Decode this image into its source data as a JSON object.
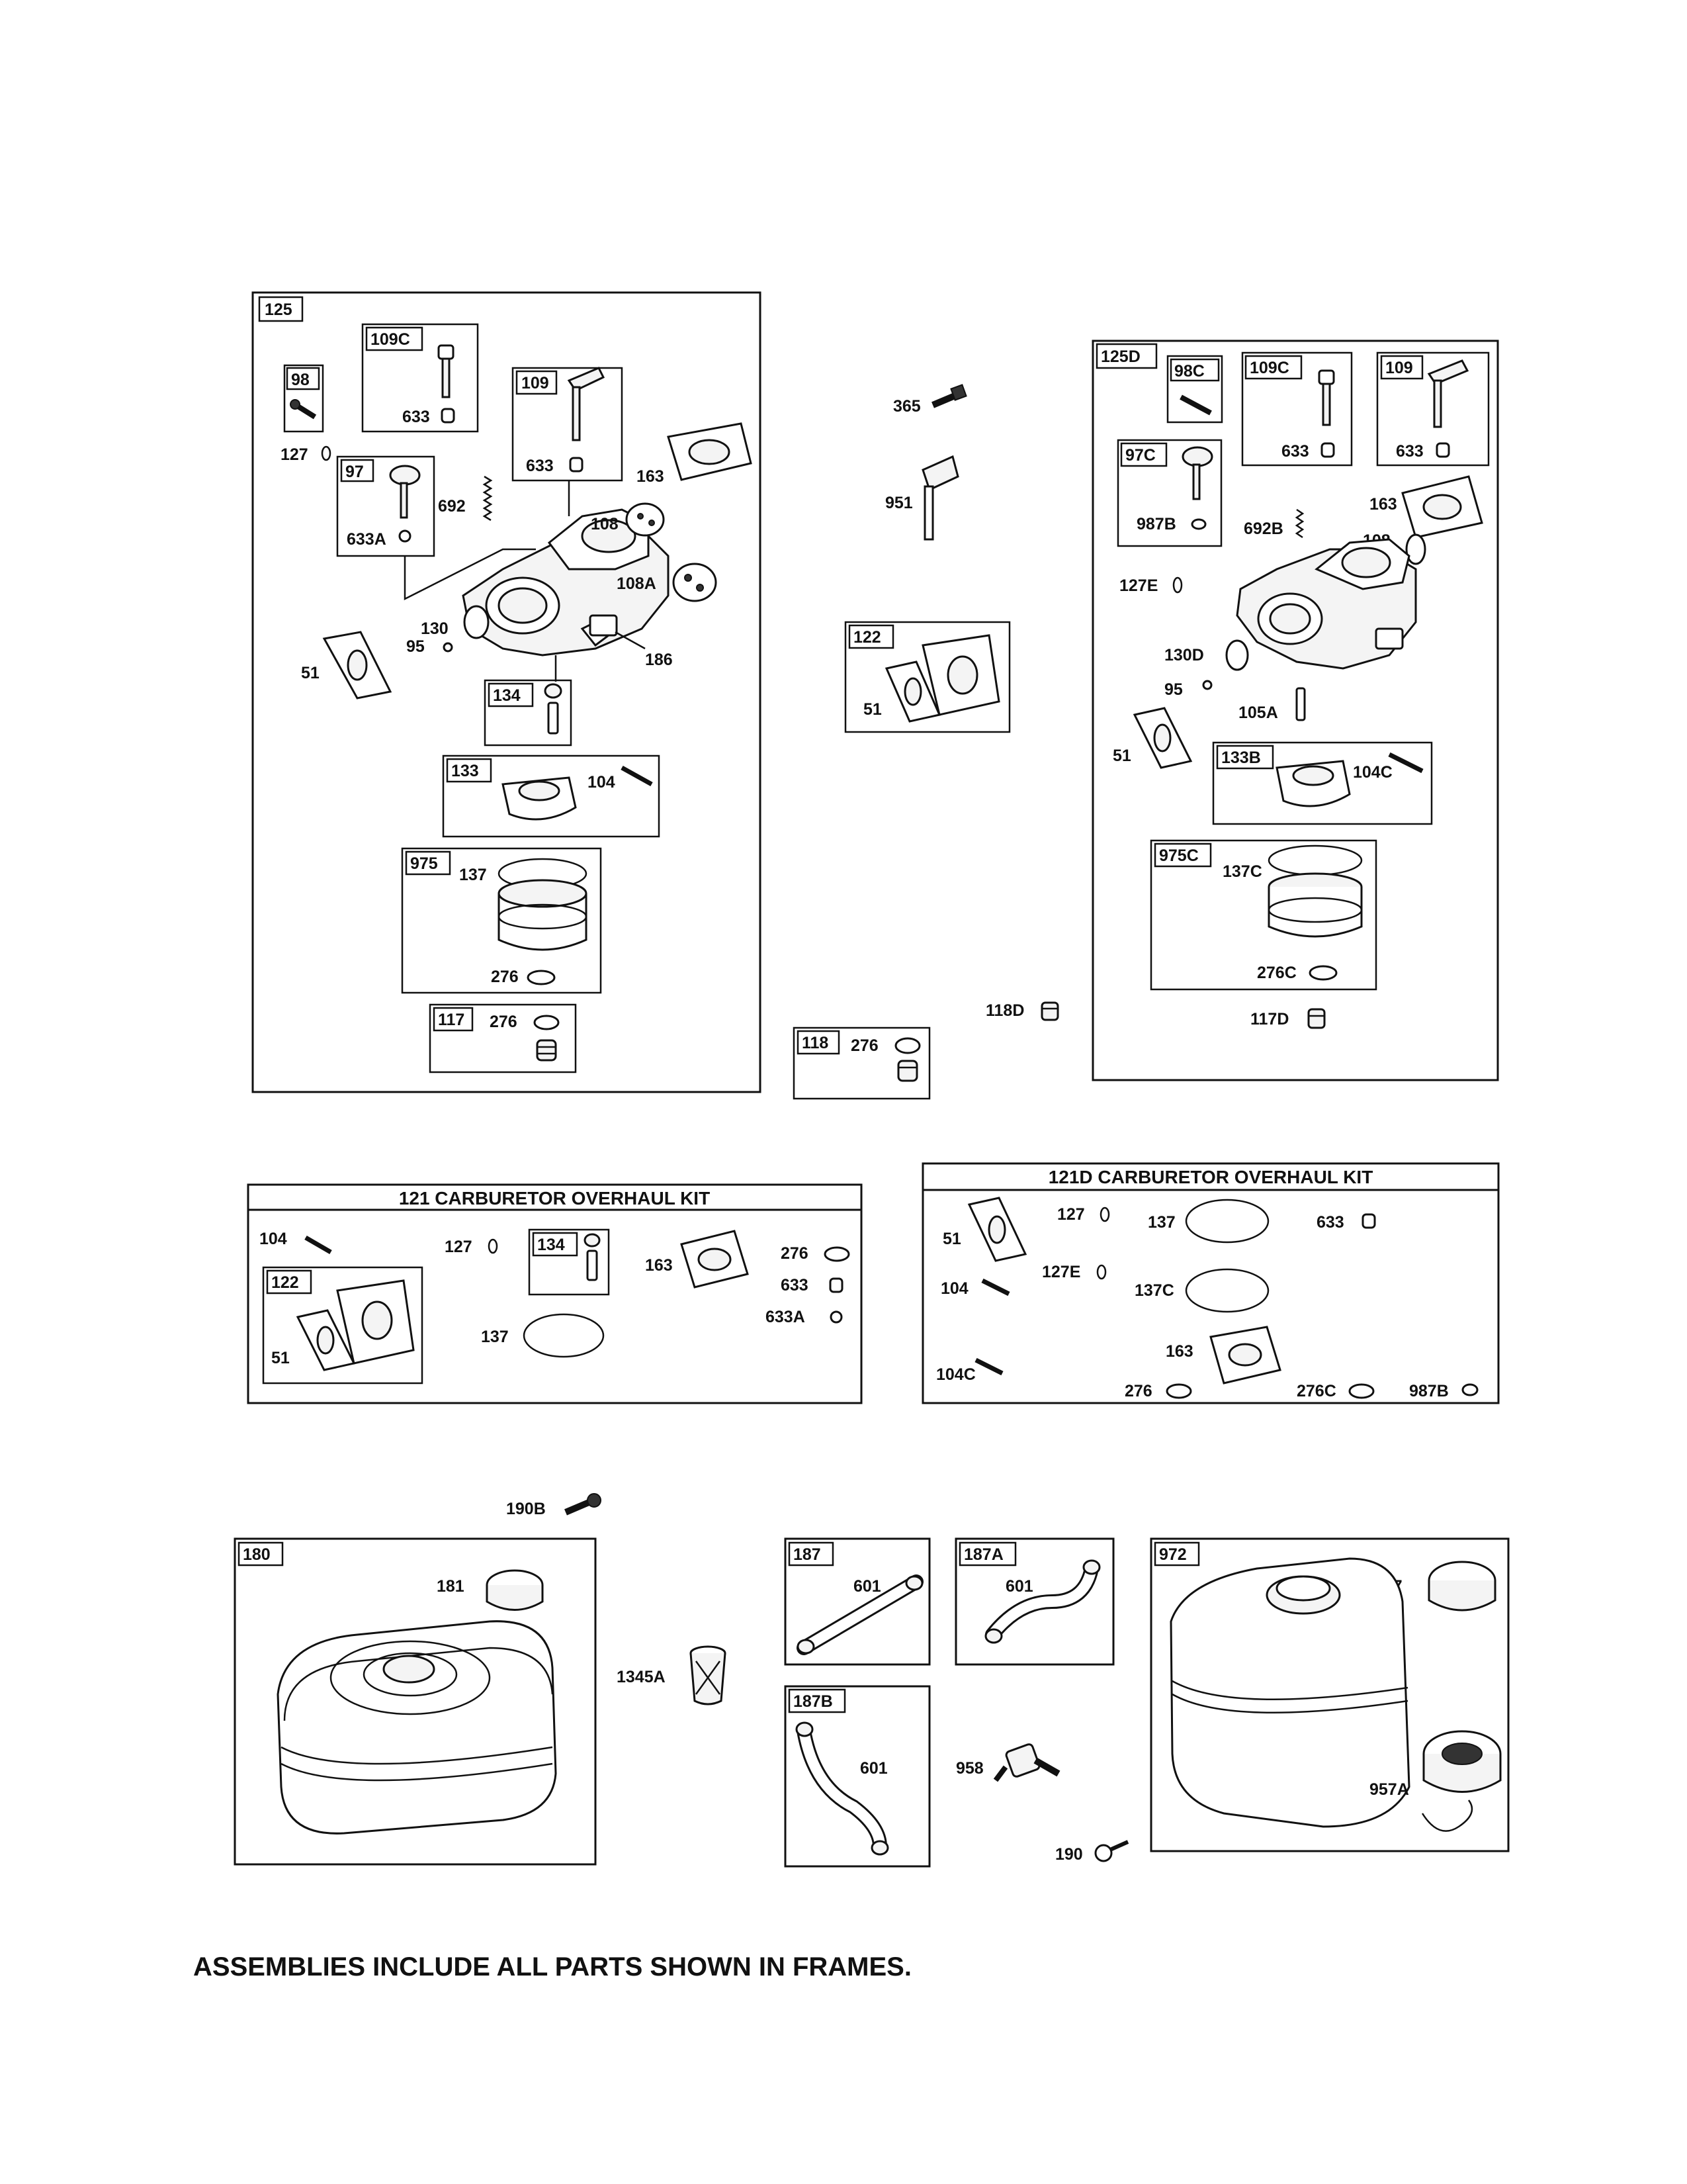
{
  "frames": {
    "f125": "125",
    "f98": "98",
    "f109c": "109C",
    "f109": "109",
    "f97": "97",
    "f134": "134",
    "f133": "133",
    "f975": "975",
    "f117": "117",
    "f122": "122",
    "f118": "118",
    "f125d": "125D",
    "f98c": "98C",
    "f109c_d": "109C",
    "f109_d": "109",
    "f97c": "97C",
    "f133b": "133B",
    "f975c": "975C",
    "f121": "121 CARBURETOR OVERHAUL KIT",
    "f134_kit": "134",
    "f122_kit": "122",
    "f121d": "121D CARBURETOR OVERHAUL KIT",
    "f180": "180",
    "f187": "187",
    "f187a": "187A",
    "f187b": "187B",
    "f972": "972"
  },
  "labels": {
    "l127_a": "127",
    "l633_a": "633",
    "l633_b": "633",
    "l633a_a": "633A",
    "l692": "692",
    "l163_a": "163",
    "l108": "108",
    "l108a": "108A",
    "l130": "130",
    "l95_a": "95",
    "l186": "186",
    "l51_a": "51",
    "l104_a": "104",
    "l137_a": "137",
    "l276_a": "276",
    "l276_b": "276",
    "l365": "365",
    "l951": "951",
    "l51_b": "51",
    "l276_c": "276",
    "l118d": "118D",
    "l633_c": "633",
    "l633_d": "633",
    "l987b_a": "987B",
    "l692b": "692B",
    "l163_b": "163",
    "l108_b": "108",
    "l127e_a": "127E",
    "l130d": "130D",
    "l95_b": "95",
    "l105a": "105A",
    "l51_c": "51",
    "l104c_a": "104C",
    "l137c_a": "137C",
    "l276c_a": "276C",
    "l117d": "117D",
    "k104": "104",
    "k127": "127",
    "k163": "163",
    "k276": "276",
    "k633": "633",
    "k633a": "633A",
    "k51": "51",
    "k137": "137",
    "d51": "51",
    "d127": "127",
    "d137": "137",
    "d633": "633",
    "d127e": "127E",
    "d104": "104",
    "d137c": "137C",
    "d163": "163",
    "d104c": "104C",
    "d276": "276",
    "d276c": "276C",
    "d987b": "987B",
    "l190b": "190B",
    "l181": "181",
    "l1345a": "1345A",
    "l601_a": "601",
    "l601_b": "601",
    "l601_c": "601",
    "l958": "958",
    "l957": "957",
    "l957a": "957A",
    "l190": "190"
  },
  "footer": "ASSEMBLIES INCLUDE ALL PARTS SHOWN IN FRAMES."
}
